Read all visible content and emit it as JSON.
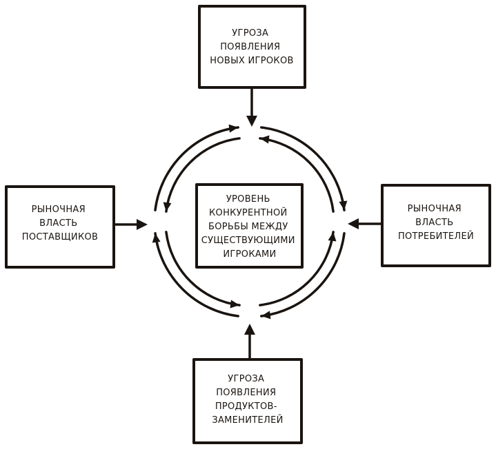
{
  "forces": {
    "top": {
      "lines": [
        "УГРОЗА",
        "ПОЯВЛЕНИЯ",
        "НОВЫХ ИГРОКОВ"
      ]
    },
    "left": {
      "lines": [
        "РЫНОЧНАЯ",
        "ВЛАСТЬ",
        "ПОСТАВЩИКОВ"
      ]
    },
    "right": {
      "lines": [
        "РЫНОЧНАЯ",
        "ВЛАСТЬ",
        "ПОТРЕБИТЕЛЕЙ"
      ]
    },
    "bottom": {
      "lines": [
        "УГРОЗА",
        "ПОЯВЛЕНИЯ",
        "ПРОДУКТОВ-",
        "ЗАМЕНИТЕЛЕЙ"
      ]
    },
    "center": {
      "lines": [
        "УРОВЕНЬ",
        "КОНКУРЕНТНОЙ",
        "БОРЬБЫ МЕЖДУ",
        "СУЩЕСТВУЮЩИМИ",
        "ИГРОКАМИ"
      ]
    }
  },
  "colors": {
    "ink": "#1a1410",
    "background": "#ffffff"
  }
}
